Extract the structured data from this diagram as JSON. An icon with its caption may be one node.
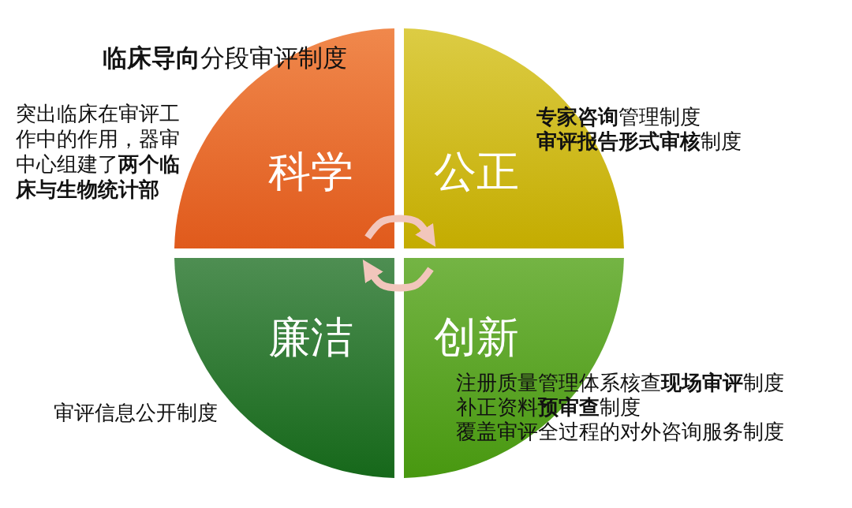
{
  "diagram": {
    "nodes": [
      {
        "text": [
          "科学"
        ],
        "beside": [
          "**临床导向**分段审评制度",
          "突出临床在审评工作中的作用，器审中心组建了**两个临床与生物统计部**"
        ]
      },
      {
        "text": [
          "公正"
        ],
        "beside": [
          "**专家咨询**管理制度",
          "**审评报告形式审核**制度"
        ]
      },
      {
        "text": [
          "廉洁"
        ],
        "beside": [
          "审评信息公开制度"
        ]
      },
      {
        "text": [
          "创新",
          "注册质量管理体系核查**现场审评**制度",
          "补正资料**预审查**制度",
          "覆盖审评全过程的对外咨询服务制度"
        ]
      }
    ],
    "edges": [
      {
        "from": 0,
        "to": 1,
        "arrow": "to"
      },
      {
        "from": 3,
        "to": 2,
        "arrow": "to"
      }
    ]
  }
}
